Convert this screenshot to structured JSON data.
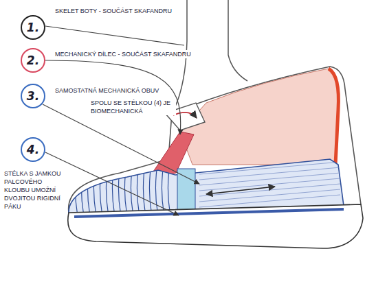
{
  "diagram": {
    "nodes": [
      {
        "text": [
          "1."
        ]
      },
      {
        "text": [
          "2."
        ]
      },
      {
        "text": [
          "3."
        ]
      },
      {
        "text": [
          "4."
        ]
      }
    ],
    "labels": [
      "SKELET BOTY - SOUČÁST SKAFANDRU",
      "MECHANICKÝ DÍLEC - SOUČÁST SKAFANDRU",
      "SAMOSTATNÁ MECHANICKÁ OBUV",
      "SPOLU SE STÉLKOU (4) JE BIOMECHANICKÁ",
      "STÉLKA S JAMKOU PALCOVÉHO KLOUBU UMOŽNÍ DVOJITOU RIGIDNÍ PÁKU"
    ]
  }
}
